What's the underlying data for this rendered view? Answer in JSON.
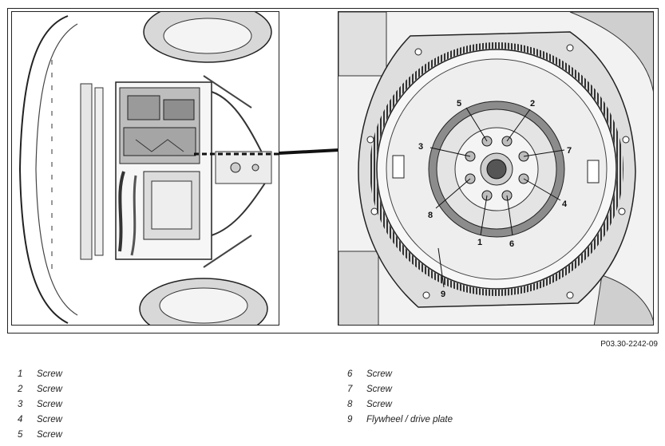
{
  "figure_ref": "P03.30-2242-09",
  "callouts": [
    "1",
    "2",
    "3",
    "4",
    "5",
    "6",
    "7",
    "8",
    "9"
  ],
  "legend": [
    {
      "num": "1",
      "label": "Screw"
    },
    {
      "num": "2",
      "label": "Screw"
    },
    {
      "num": "3",
      "label": "Screw"
    },
    {
      "num": "4",
      "label": "Screw"
    },
    {
      "num": "5",
      "label": "Screw"
    },
    {
      "num": "6",
      "label": "Screw"
    },
    {
      "num": "7",
      "label": "Screw"
    },
    {
      "num": "8",
      "label": "Screw"
    },
    {
      "num": "9",
      "label": "Flywheel / drive plate"
    }
  ]
}
